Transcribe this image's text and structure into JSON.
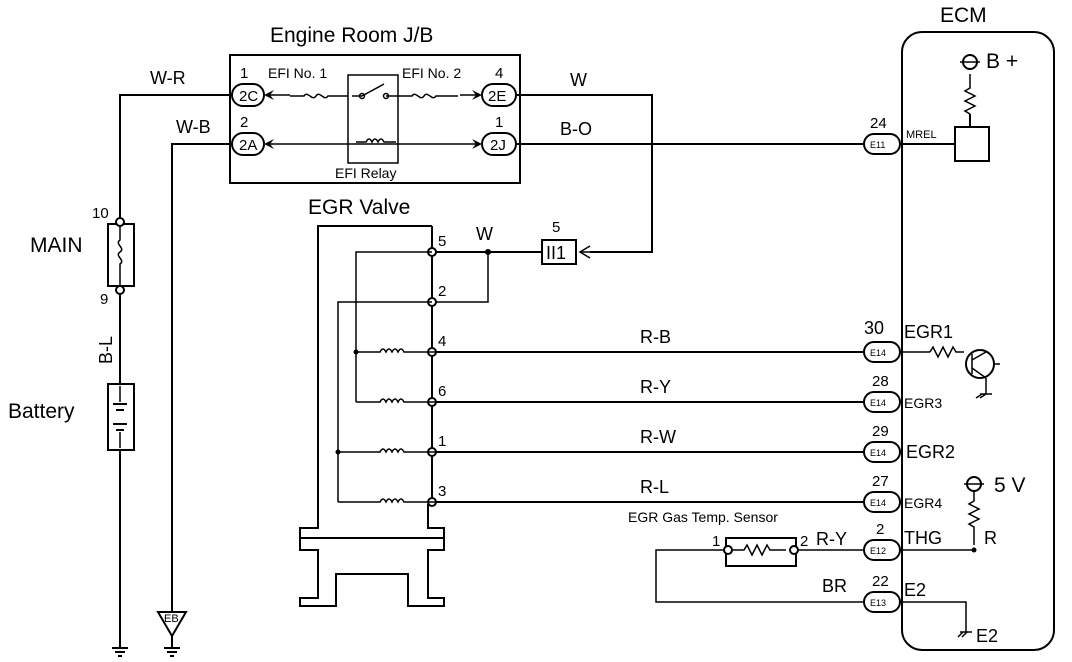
{
  "labels": {
    "engine_room_jb": "Engine Room J/B",
    "ecm": "ECM",
    "efi_no1": "EFI No. 1",
    "efi_no2": "EFI No. 2",
    "efi_relay": "EFI Relay",
    "egr_valve": "EGR Valve",
    "main": "MAIN",
    "battery": "Battery",
    "b_plus": "B +",
    "five_v": "5 V",
    "egr_gas_temp_sensor": "EGR Gas Temp. Sensor",
    "mrel": "MREL",
    "eb": "EB",
    "e2_ground": "E2"
  },
  "wires": {
    "w_r": "W-R",
    "w_b": "W-B",
    "w_top": "W",
    "b_o": "B-O",
    "w_mid": "W",
    "b_l": "B-L",
    "r_b": "R-B",
    "r_y": "R-Y",
    "r_w": "R-W",
    "r_l": "R-L",
    "r_y2": "R-Y",
    "br": "BR",
    "r": "R"
  },
  "jb_connectors": {
    "c2c": "2C",
    "c2a": "2A",
    "c2e": "2E",
    "c2j": "2J",
    "p2c": "1",
    "p2a": "2",
    "p2e": "4",
    "p2j": "1"
  },
  "ecm_connectors": {
    "e11": "E11",
    "e14a": "E14",
    "e14b": "E14",
    "e14c": "E14",
    "e14d": "E14",
    "e12": "E12",
    "e13": "E13"
  },
  "ecm_pins": {
    "p24": "24",
    "p30": "30",
    "p28": "28",
    "p29": "29",
    "p27": "27",
    "p2": "2",
    "p22": "22"
  },
  "ecm_terminals": {
    "egr1": "EGR1",
    "egr3": "EGR3",
    "egr2": "EGR2",
    "egr4": "EGR4",
    "thg": "THG",
    "e2": "E2"
  },
  "egr_pins": {
    "p5": "5",
    "p2": "2",
    "p4": "4",
    "p6": "6",
    "p1": "1",
    "p3": "3"
  },
  "fuse_pins": {
    "top": "10",
    "bottom": "9"
  },
  "ii1": {
    "label": "II1",
    "pin": "5"
  },
  "sensor_pins": {
    "left": "1",
    "right": "2"
  }
}
